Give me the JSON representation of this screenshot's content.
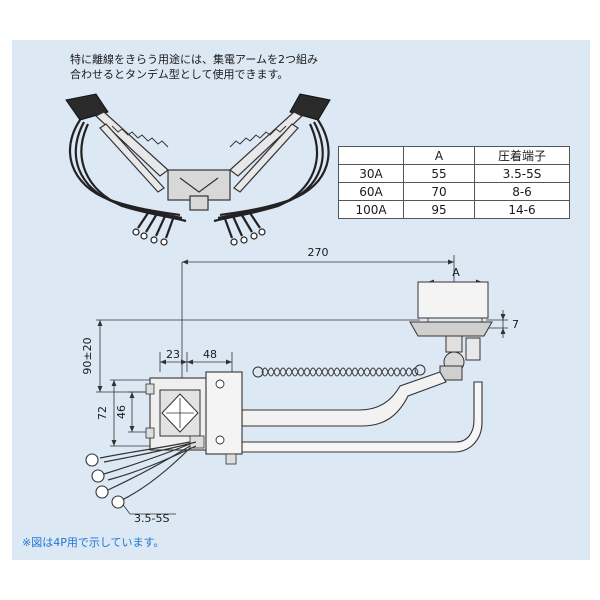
{
  "note_line1": "特に離線をきらう用途には、集電アームを2つ組み",
  "note_line2": "合わせるとタンデム型として使用できます。",
  "footnote": "※図は4P用で示しています。",
  "table": {
    "headers": [
      "",
      "A",
      "圧着端子"
    ],
    "rows": [
      [
        "30A",
        "55",
        "3.5-5S"
      ],
      [
        "60A",
        "70",
        "8-6"
      ],
      [
        "100A",
        "95",
        "14-6"
      ]
    ]
  },
  "dimensions": {
    "overall_length": "270",
    "a_label": "A",
    "height": "90±20",
    "d72": "72",
    "d46": "46",
    "d23": "23",
    "d48": "48",
    "d7": "7",
    "terminal": "3.5-5S"
  },
  "colors": {
    "panel": "#dde8f5",
    "footnote": "#1a76d2"
  }
}
